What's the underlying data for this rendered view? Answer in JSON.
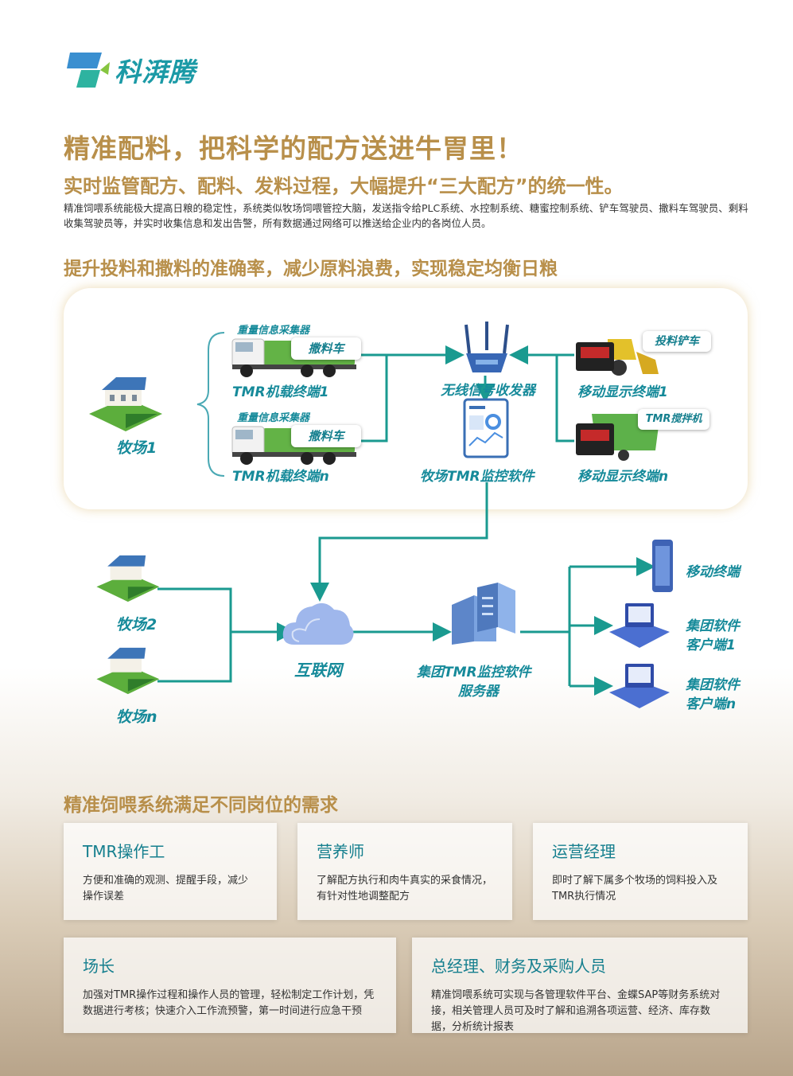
{
  "brand": {
    "name": "科湃腾"
  },
  "headline": "精准配料，把科学的配方送进牛胃里！",
  "subheadline": "实时监管配方、配料、发料过程，大幅提升“三大配方”的统一性。",
  "intro": "精准饲喂系统能极大提高日粮的稳定性，系统类似牧场饲喂管控大脑，发送指令给PLC系统、水控制系统、糖蜜控制系统、铲车驾驶员、撒料车驾驶员、剩料收集驾驶员等，并实时收集信息和发出告警，所有数据通过网络可以推送给企业内的各岗位人员。",
  "section_title": "提升投料和撒料的准确率，减少原料浪费，实现稳定均衡日粮",
  "diagram": {
    "farm1": "牧场1",
    "truck_top": {
      "collector": "重量信息采集器",
      "tag": "撒料车",
      "terminal": "TMR机载终端1"
    },
    "truck_bottom": {
      "collector": "重量信息采集器",
      "tag": "撒料车",
      "terminal": "TMR机载终端n"
    },
    "transceiver": "无线信号收发器",
    "farm_software": "牧场TMR监控软件",
    "loader": {
      "tag": "投料铲车",
      "label": "移动显示终端1"
    },
    "mixer": {
      "tag": "TMR搅拌机",
      "label": "移动显示终端n"
    },
    "farm2": "牧场2",
    "farmn": "牧场n",
    "internet": "互联网",
    "server_line1": "集团TMR监控软件",
    "server_line2": "服务器",
    "mobile": "移动终端",
    "client1_line1": "集团软件",
    "client1_line2": "客户端1",
    "clientn_line1": "集团软件",
    "clientn_line2": "客户端n"
  },
  "needs_title": "精准饲喂系统满足不同岗位的需求",
  "roles": [
    {
      "title": "TMR操作工",
      "desc": "方便和准确的观测、提醒手段，减少操作误差"
    },
    {
      "title": "营养师",
      "desc": "了解配方执行和肉牛真实的采食情况，有针对性地调整配方"
    },
    {
      "title": "运营经理",
      "desc": "即时了解下属多个牧场的饲料投入及TMR执行情况"
    },
    {
      "title": "场长",
      "desc": "加强对TMR操作过程和操作人员的管理，轻松制定工作计划，凭数据进行考核；快速介入工作流预警，第一时间进行应急干预"
    },
    {
      "title": "总经理、财务及采购人员",
      "desc": "精准饲喂系统可实现与各管理软件平台、金蝶SAP等财务系统对接，相关管理人员可及时了解和追溯各项运营、经济、库存数据，分析统计报表"
    }
  ],
  "colors": {
    "accent_gold": "#b88f4a",
    "accent_teal": "#168a9a",
    "line": "#1a9a90"
  }
}
